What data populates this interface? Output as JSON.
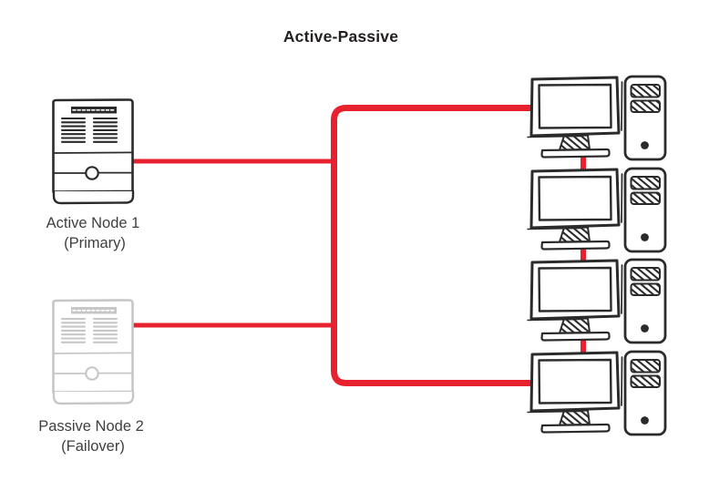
{
  "title": "Active-Passive",
  "diagram": {
    "type": "high-availability-cluster-topology",
    "connection_style": "red solid lines"
  },
  "servers": {
    "active": {
      "name": "Active Node 1",
      "role": "(Primary)",
      "icon": "server-tower-icon",
      "state": "active"
    },
    "passive": {
      "name": "Passive Node 2",
      "role": "(Failover)",
      "icon": "server-tower-icon",
      "state": "passive"
    }
  },
  "clients": {
    "workstation_count": 4,
    "icon": "desktop-workstation-icon"
  },
  "colors": {
    "connection_red": "#e8212f",
    "active_stroke": "#2b2b2b",
    "passive_stroke": "#c7c7c7",
    "title_text": "#231f20",
    "label_text": "#3f3f3f",
    "background": "#ffffff"
  }
}
